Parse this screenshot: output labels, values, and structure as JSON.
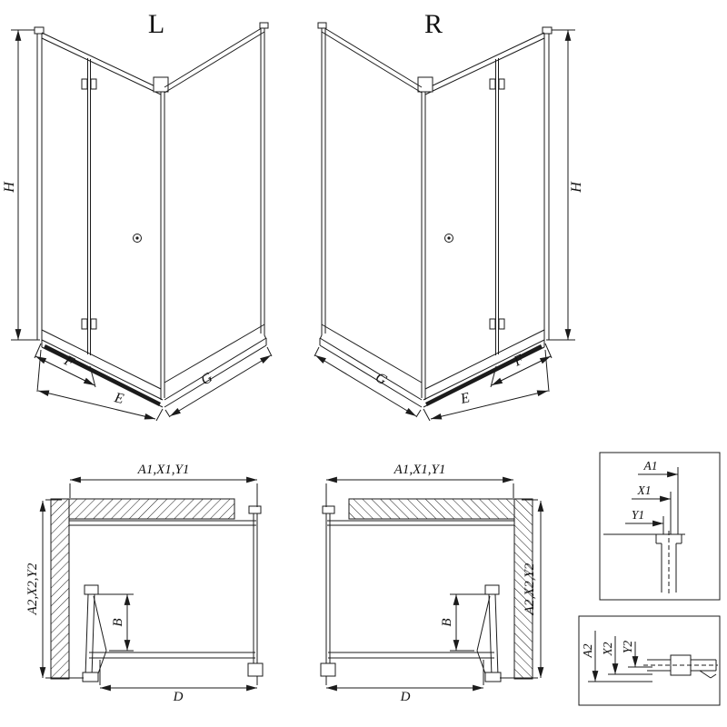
{
  "drawing": {
    "background": "#ffffff",
    "line_color": "#1b1b1b"
  },
  "iso_left": {
    "variant": "L",
    "height": "H",
    "fixed_width": "F",
    "entry_width": "E",
    "side_width": "G"
  },
  "iso_right": {
    "variant": "R",
    "height": "H",
    "fixed_width": "F",
    "entry_width": "E",
    "side_width": "G"
  },
  "plan_left": {
    "width_dim": "A1,X1,Y1",
    "depth_dim": "A2,X2,Y2",
    "door_dim": "B",
    "tray_dim": "D"
  },
  "plan_right": {
    "width_dim": "A1,X1,Y1",
    "depth_dim": "A2,X2,Y2",
    "door_dim": "B",
    "tray_dim": "D"
  },
  "detail_top": {
    "a1": "A1",
    "x1": "X1",
    "y1": "Y1"
  },
  "detail_bottom": {
    "a2": "A2",
    "x2": "X2",
    "y2": "Y2"
  }
}
